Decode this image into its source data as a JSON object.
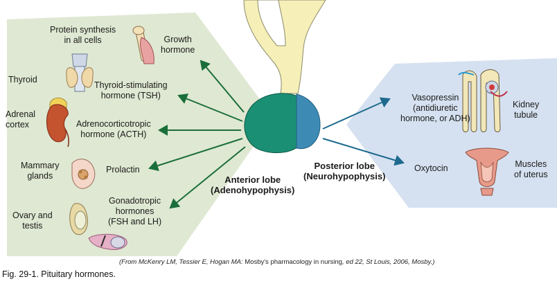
{
  "anterior": {
    "title_line1": "Anterior lobe",
    "title_line2": "(Adenohypophysis)",
    "hormones": [
      {
        "line1": "Growth",
        "line2": "hormone"
      },
      {
        "line1": "Thyroid-stimulating",
        "line2": "hormone (TSH)"
      },
      {
        "line1": "Adrenocorticotropic",
        "line2": "hormone (ACTH)"
      },
      {
        "line1": "Prolactin",
        "line2": ""
      },
      {
        "line1": "Gonadotropic",
        "line2": "hormones",
        "line3": "(FSH and LH)"
      }
    ],
    "targets": [
      {
        "line1": "Protein synthesis",
        "line2": "in all cells"
      },
      {
        "line1": "Thyroid",
        "line2": ""
      },
      {
        "line1": "Adrenal",
        "line2": "cortex"
      },
      {
        "line1": "Mammary",
        "line2": "glands"
      },
      {
        "line1": "Ovary and",
        "line2": "testis"
      }
    ]
  },
  "posterior": {
    "title_line1": "Posterior lobe",
    "title_line2": "(Neurohypophysis)",
    "hormones": [
      {
        "line1": "Vasopressin",
        "line2": "(antidiuretic",
        "line3": "hormone, or ADH)"
      },
      {
        "line1": "Oxytocin",
        "line2": ""
      }
    ],
    "targets": [
      {
        "line1": "Kidney",
        "line2": "tubule"
      },
      {
        "line1": "Muscles",
        "line2": "of uterus"
      }
    ]
  },
  "credit": {
    "prefix": "(From McKenry LM, Tessier E, Hogan MA: ",
    "book": "Mosby's pharmacology in nursing",
    "suffix": ", ed 22, St Louis, 2006, Mosby.)"
  },
  "caption": "Fig. 29-1. Pituitary hormones.",
  "colors": {
    "left_panel": "#dfe8d2",
    "right_panel": "#d5e1f0",
    "anterior_lobe": "#1b8f74",
    "posterior_lobe": "#3d8bb5",
    "arrow_green": "#1a6e3a",
    "arrow_blue": "#1d6a8e",
    "stalk": "#f6efb8"
  }
}
